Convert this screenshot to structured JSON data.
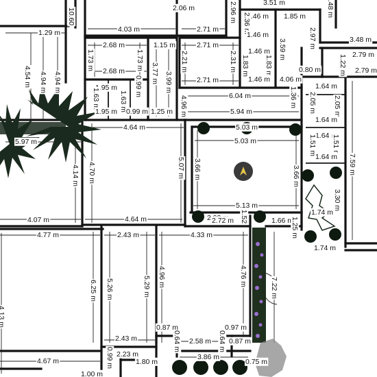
{
  "dimensions": [
    {
      "id": "d1",
      "text": "3.51 m"
    },
    {
      "id": "d2",
      "text": "10.60"
    },
    {
      "id": "d3",
      "text": "2.06 m"
    },
    {
      "id": "d4",
      "text": "2.96 m"
    },
    {
      "id": "d5",
      "text": "1.46 m"
    },
    {
      "id": "d6",
      "text": "1.85 m"
    },
    {
      "id": "d7",
      "text": "1.48 m"
    },
    {
      "id": "d8",
      "text": "1.29 m"
    },
    {
      "id": "d9",
      "text": "4.03 m"
    },
    {
      "id": "d10",
      "text": "2.71 m"
    },
    {
      "id": "d11",
      "text": "2.36 m"
    },
    {
      "id": "d12",
      "text": "1.46 m"
    },
    {
      "id": "d13",
      "text": "2.97 m"
    },
    {
      "id": "d14",
      "text": "3.48 m"
    },
    {
      "id": "d15",
      "text": "2.68 m"
    },
    {
      "id": "d16",
      "text": "1.15 m"
    },
    {
      "id": "d17",
      "text": "2.71 m"
    },
    {
      "id": "d18",
      "text": "1.46 m"
    },
    {
      "id": "d19",
      "text": "3.59 m"
    },
    {
      "id": "d20",
      "text": "2.79 m"
    },
    {
      "id": "d21",
      "text": "4.54 m"
    },
    {
      "id": "d22",
      "text": "4.94 m"
    },
    {
      "id": "d23",
      "text": "4.94 m"
    },
    {
      "id": "d24",
      "text": "1.73 m"
    },
    {
      "id": "d25",
      "text": "1.73 m"
    },
    {
      "id": "d26",
      "text": "2.21 m"
    },
    {
      "id": "d27",
      "text": "2.31 m"
    },
    {
      "id": "d28",
      "text": "1.83 m"
    },
    {
      "id": "d29",
      "text": "1.83 m"
    },
    {
      "id": "d30",
      "text": "0.80 m"
    },
    {
      "id": "d31",
      "text": "1.22 m"
    },
    {
      "id": "d32",
      "text": "2.79 m"
    },
    {
      "id": "d33",
      "text": "2.68 m"
    },
    {
      "id": "d34",
      "text": "3.77 m"
    },
    {
      "id": "d35",
      "text": "3.99 m"
    },
    {
      "id": "d36",
      "text": "2.71 m"
    },
    {
      "id": "d37",
      "text": "1.46 m"
    },
    {
      "id": "d38",
      "text": "4.06 m"
    },
    {
      "id": "d39",
      "text": "1.95 m"
    },
    {
      "id": "d40",
      "text": "0.99 m"
    },
    {
      "id": "d41",
      "text": "6.04 m"
    },
    {
      "id": "d42",
      "text": "1.64 m"
    },
    {
      "id": "d43",
      "text": "1.63 m"
    },
    {
      "id": "d44",
      "text": "1.63 m"
    },
    {
      "id": "d45",
      "text": "2.05 m"
    },
    {
      "id": "d46",
      "text": "2.05 m"
    },
    {
      "id": "d47",
      "text": "1.95 m"
    },
    {
      "id": "d48",
      "text": "0.99 m"
    },
    {
      "id": "d49",
      "text": "1.25 m"
    },
    {
      "id": "d50",
      "text": "4.96 m"
    },
    {
      "id": "d51",
      "text": "5.94 m"
    },
    {
      "id": "d52",
      "text": "1.36 m"
    },
    {
      "id": "d53",
      "text": "1.64 m"
    },
    {
      "id": "d54",
      "text": "4.64 m"
    },
    {
      "id": "d55",
      "text": "5.03 m"
    },
    {
      "id": "d56",
      "text": "5.97 m"
    },
    {
      "id": "d57",
      "text": "5.03 m"
    },
    {
      "id": "d58",
      "text": "1.64 m"
    },
    {
      "id": "d59",
      "text": "1.51 m"
    },
    {
      "id": "d60",
      "text": "1.51 m"
    },
    {
      "id": "d61",
      "text": "1.64 m"
    },
    {
      "id": "d62",
      "text": "7.59 m"
    },
    {
      "id": "d63",
      "text": "4.70 m"
    },
    {
      "id": "d64",
      "text": "4.14 m"
    },
    {
      "id": "d65",
      "text": "5.07 m"
    },
    {
      "id": "d66",
      "text": "3.66 m"
    },
    {
      "id": "d67",
      "text": "3.66 m"
    },
    {
      "id": "d68",
      "text": "1.74 m"
    },
    {
      "id": "d69",
      "text": "3.30 m"
    },
    {
      "id": "d70",
      "text": "5.13 m"
    },
    {
      "id": "d71",
      "text": "4.07 m"
    },
    {
      "id": "d72",
      "text": "4.64 m"
    },
    {
      "id": "d73",
      "text": "2.92 m"
    },
    {
      "id": "d74",
      "text": "2.72 m"
    },
    {
      "id": "d75",
      "text": "1.52"
    },
    {
      "id": "d76",
      "text": "1.66 m"
    },
    {
      "id": "d77",
      "text": "1.25 m"
    },
    {
      "id": "d78",
      "text": "1.74 m"
    },
    {
      "id": "d79",
      "text": "4.77 m"
    },
    {
      "id": "d80",
      "text": "2.43 m"
    },
    {
      "id": "d81",
      "text": "4.33 m"
    },
    {
      "id": "d82",
      "text": "4.96 m"
    },
    {
      "id": "d83",
      "text": "4.76 m"
    },
    {
      "id": "d84",
      "text": "7.22 m"
    },
    {
      "id": "d85",
      "text": "6.25 m"
    },
    {
      "id": "d86",
      "text": "5.26 m"
    },
    {
      "id": "d87",
      "text": "5.29 m"
    },
    {
      "id": "d88",
      "text": "4.13 m"
    },
    {
      "id": "d89",
      "text": "0.87 m"
    },
    {
      "id": "d90",
      "text": "0.97 m"
    },
    {
      "id": "d91",
      "text": "2.43 m"
    },
    {
      "id": "d92",
      "text": "2.58 m"
    },
    {
      "id": "d93",
      "text": "0.64 m"
    },
    {
      "id": "d94",
      "text": "0.64 m"
    },
    {
      "id": "d95",
      "text": "0.87 m"
    },
    {
      "id": "d96",
      "text": "4.67 m"
    },
    {
      "id": "d97",
      "text": "2.23 m"
    },
    {
      "id": "d98",
      "text": "0.99 m"
    },
    {
      "id": "d99",
      "text": "1.80 m"
    },
    {
      "id": "d100",
      "text": "3.86 m"
    },
    {
      "id": "d101",
      "text": "0.75 m"
    },
    {
      "id": "d102",
      "text": "1.00 m"
    }
  ],
  "icons": {
    "compass": "compass-icon",
    "palm": "palm-tree-icon",
    "tree": "tree-icon",
    "shrub": "shrub-icon",
    "column": "column-icon"
  },
  "colors": {
    "wall": "#141414",
    "dimension": "#222222",
    "foliage": "#1b2a1e",
    "flowers": "#9b6fd0"
  }
}
